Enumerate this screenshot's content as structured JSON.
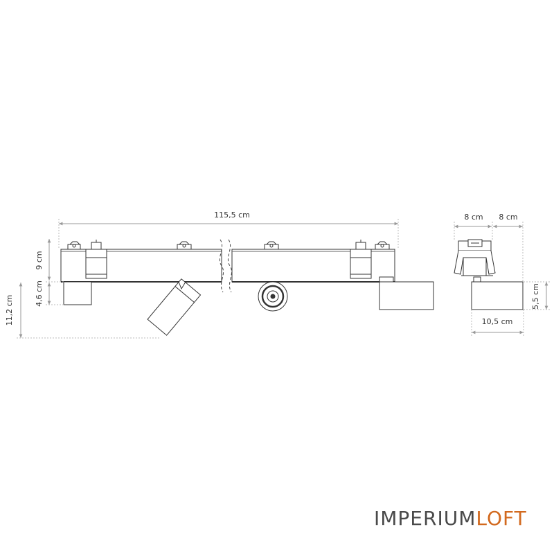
{
  "dimensions": {
    "total_length": "115,5 cm",
    "height_body": "9 cm",
    "height_spot": "4,6 cm",
    "height_total": "11,2 cm",
    "side_top_left": "8 cm",
    "side_top_right": "8 cm",
    "side_width": "10,5 cm",
    "side_height": "5,5 cm"
  },
  "brand": {
    "part1": "IMPERIUM",
    "part2": "LOFT",
    "color1": "#4a4a4a",
    "color2": "#d2691e"
  }
}
